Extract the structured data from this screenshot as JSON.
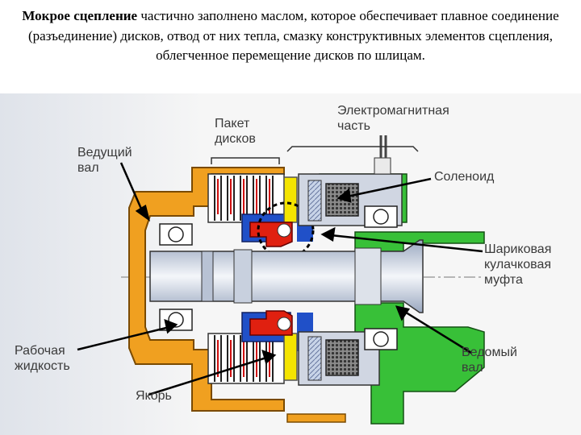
{
  "caption": {
    "term": "Мокрое сцепление",
    "text": " частично заполнено маслом, которое обеспечивает плавное соединение (разъединение) дисков, отвод от них тепла, смазку конструктивных элементов сцепления, облегченное перемещение дисков по шлицам."
  },
  "labels": {
    "drive_shaft": "Ведущий\nвал",
    "disc_pack": "Пакет\nдисков",
    "electromagnetic": "Электромагнитная\nчасть",
    "solenoid": "Соленоид",
    "ball_cam": "Шариковая\nкулачковая\nмуфта",
    "working_fluid": "Рабочая\nжидкость",
    "driven_shaft": "Ведомый\nвал",
    "armature": "Якорь"
  },
  "colors": {
    "housing": "#f0a020",
    "green_part": "#38c038",
    "red_part": "#e02010",
    "blue_part": "#2050c8",
    "yellow_part": "#f4e400",
    "background": "#f6f6f6"
  }
}
